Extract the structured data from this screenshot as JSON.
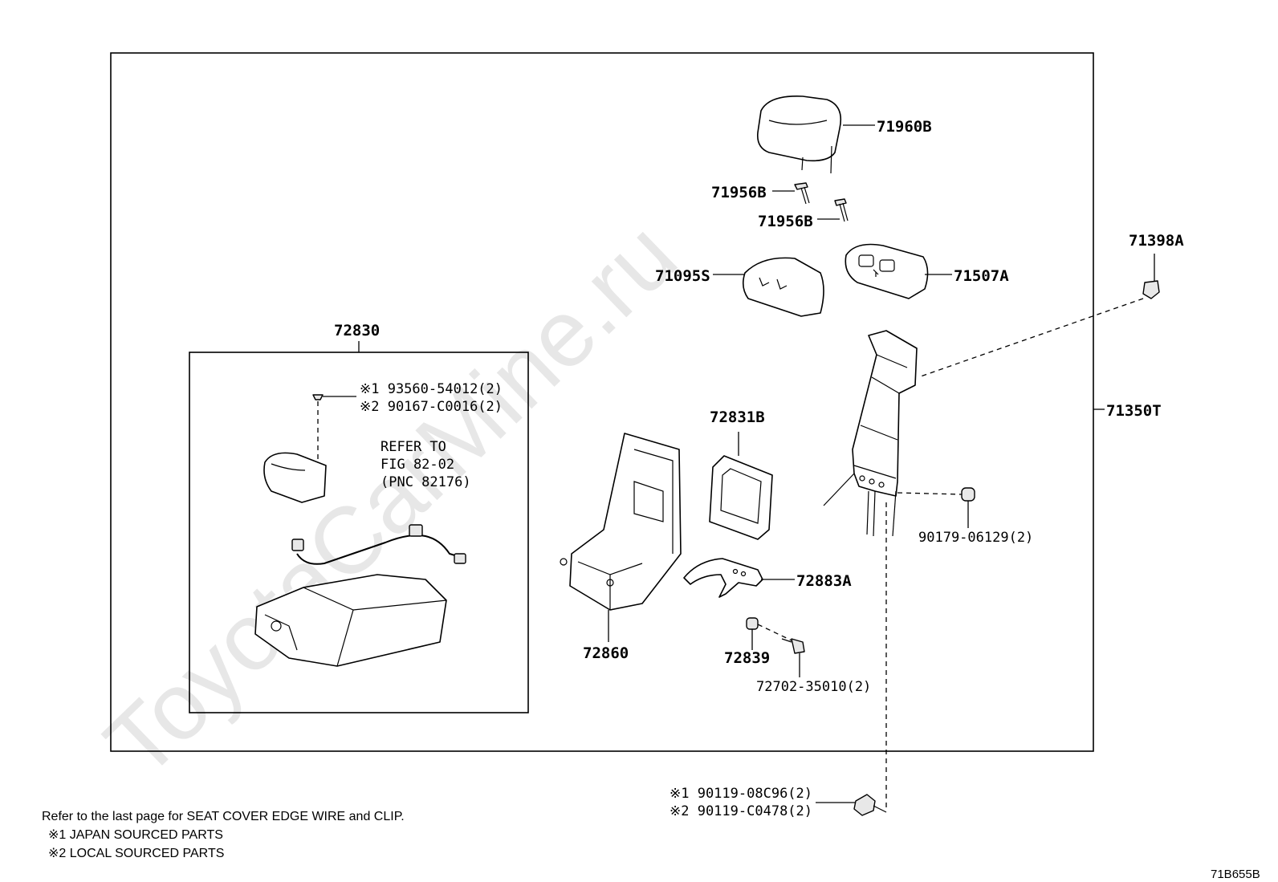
{
  "watermark": "ToyotaCarMine.ru",
  "callouts": {
    "p71960B": "71960B",
    "p71956B_1": "71956B",
    "p71956B_2": "71956B",
    "p71398A": "71398A",
    "p71095S": "71095S",
    "p71507A": "71507A",
    "p72830": "72830",
    "p71350T": "71350T",
    "p72831B": "72831B",
    "p90179": "90179-06129(2)",
    "p72883A": "72883A",
    "p72860": "72860",
    "p72839": "72839",
    "p72702": "72702-35010(2)"
  },
  "subassembly_72830": {
    "screw_line1": "※1 93560-54012(2)",
    "screw_line2": "※2 90167-C0016(2)",
    "refer_line1": "REFER TO",
    "refer_line2": "FIG 82-02",
    "refer_line3": "(PNC 82176)"
  },
  "bolt_callout": {
    "line1": "※1 90119-08C96(2)",
    "line2": "※2 90119-C0478(2)"
  },
  "footnotes": {
    "line1": "Refer to the last page for SEAT COVER EDGE WIRE and CLIP.",
    "line2": "※1 JAPAN SOURCED PARTS",
    "line3": "※2 LOCAL SOURCED PARTS"
  },
  "figure_code": "71B655B"
}
